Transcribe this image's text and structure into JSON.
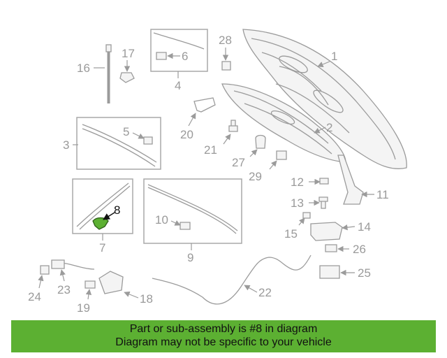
{
  "diagram": {
    "callouts": [
      "1",
      "2",
      "3",
      "4",
      "5",
      "6",
      "7",
      "8",
      "9",
      "10",
      "11",
      "12",
      "13",
      "14",
      "15",
      "16",
      "17",
      "18",
      "19",
      "20",
      "21",
      "22",
      "23",
      "24",
      "25",
      "26",
      "27",
      "28",
      "29"
    ],
    "highlighted_part": "8",
    "colors": {
      "highlight": "#5cb032",
      "line": "#9b9b9b",
      "text": "#9a9a9a"
    }
  },
  "banner": {
    "line1": "Part or sub-assembly is #8 in diagram",
    "line2": "Diagram may not be specific to your vehicle"
  }
}
